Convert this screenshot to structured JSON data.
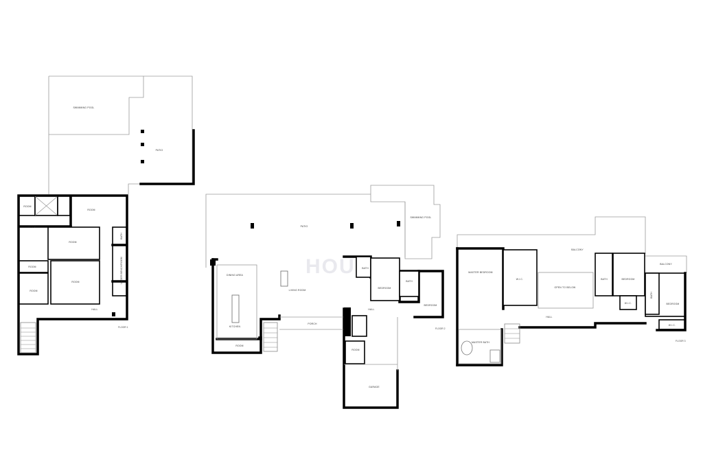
{
  "watermark": "HOUNEN",
  "floor1": {
    "title": "FLOOR 1",
    "labels": {
      "pool": "SWIMMING POOL",
      "patio": "PATIO",
      "room_top": "ROOM",
      "room_left": "ROOM",
      "room_mid": "ROOM",
      "room_small": "ROOM",
      "room_low": "ROOM",
      "room_big": "ROOM",
      "hall": "HALL",
      "room_tiny": "ROOM",
      "bath": "BATH",
      "storage": "UNDER BENCH/ROOM"
    }
  },
  "floor2": {
    "title": "FLOOR 2",
    "labels": {
      "patio": "PATIO",
      "pool": "SWIMMING POOL",
      "dining": "DINING AREA",
      "living": "LIVING ROOM",
      "kitchen": "KITCHEN",
      "room": "ROOM",
      "porch": "PORCH",
      "bath1": "BATH",
      "bedroom1": "BEDROOM",
      "bath2": "BATH",
      "bedroom2": "BEDROOM",
      "hall": "HALL",
      "room_small": "ROOM",
      "garage": "GARAGE"
    }
  },
  "floor3": {
    "title": "FLOOR 3",
    "labels": {
      "balcony1": "BALCONY",
      "master_bedroom": "MASTER BEDROOM",
      "wic": "W.I.C.",
      "open_to_below": "OPEN TO BELOW",
      "bath": "BATH",
      "bedroom1": "BEDROOM",
      "wic2": "W.I.C.",
      "bath2": "BATH",
      "bedroom2": "BEDROOM",
      "balcony2": "BALCONY",
      "wic3": "W.I.C.",
      "hall": "HALL",
      "master_bath": "MASTER BATH"
    }
  }
}
